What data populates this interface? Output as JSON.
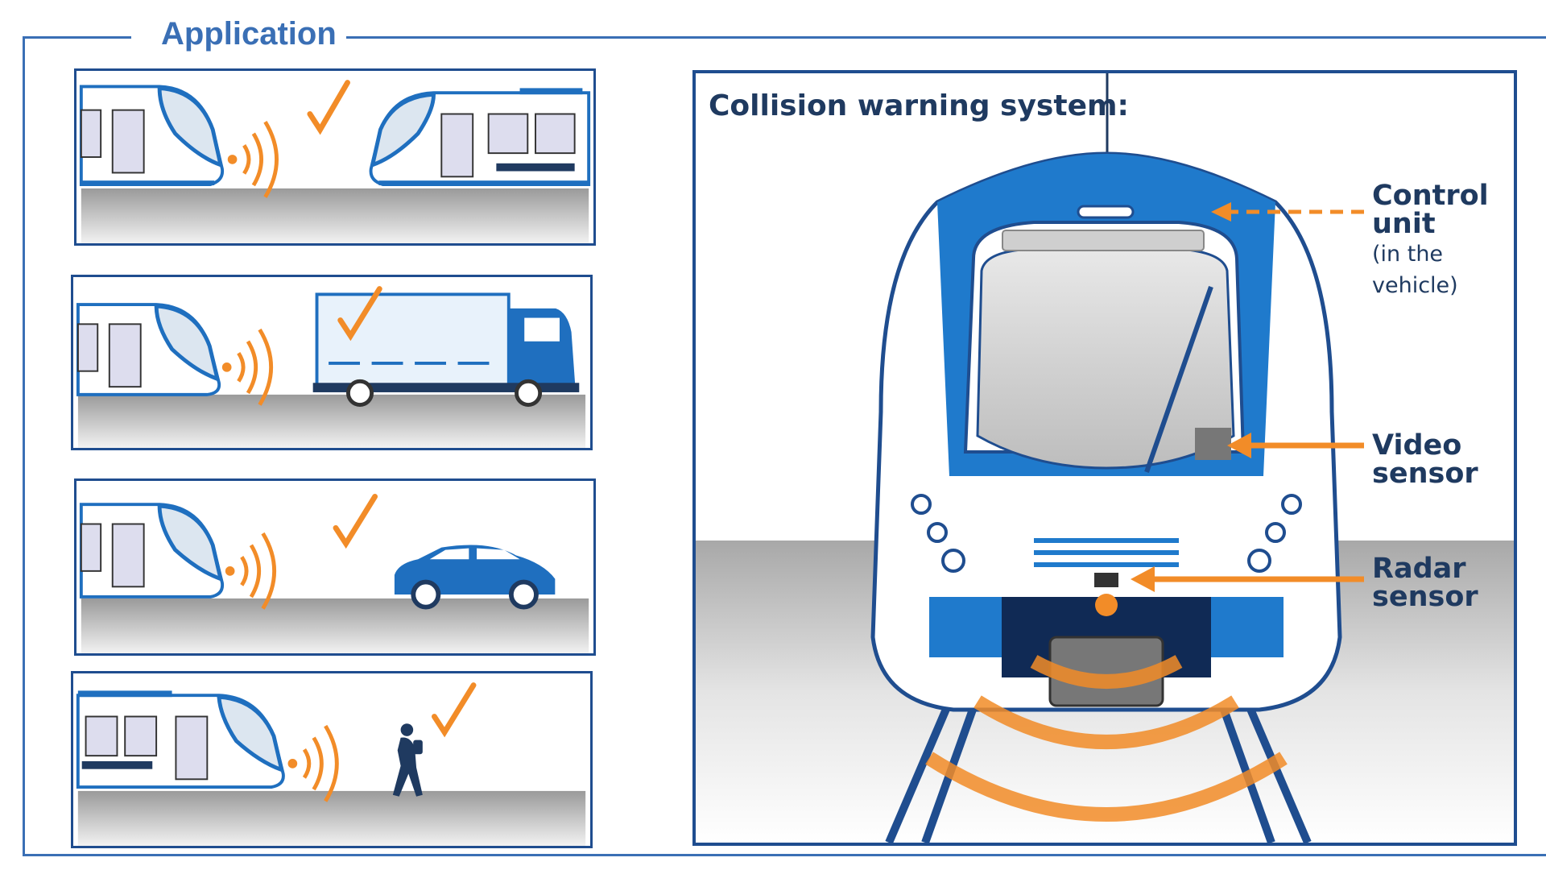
{
  "section": {
    "title": "Application"
  },
  "scenarios": [
    {
      "target": "tram",
      "check": true
    },
    {
      "target": "truck",
      "check": true
    },
    {
      "target": "car",
      "check": true
    },
    {
      "target": "pedestrian",
      "check": true
    }
  ],
  "system": {
    "title": "Collision warning system:",
    "callouts": {
      "control_unit": {
        "line1": "Control",
        "line2": "unit",
        "note1": "(in the",
        "note2": "vehicle)"
      },
      "video_sensor": {
        "line1": "Video",
        "line2": "sensor"
      },
      "radar_sensor": {
        "line1": "Radar",
        "line2": "sensor"
      }
    }
  },
  "colors": {
    "frame_blue": "#3a6fb5",
    "vehicle_blue": "#1f6fbf",
    "signal_orange": "#f28c28",
    "dark_navy": "#1f3a60"
  }
}
